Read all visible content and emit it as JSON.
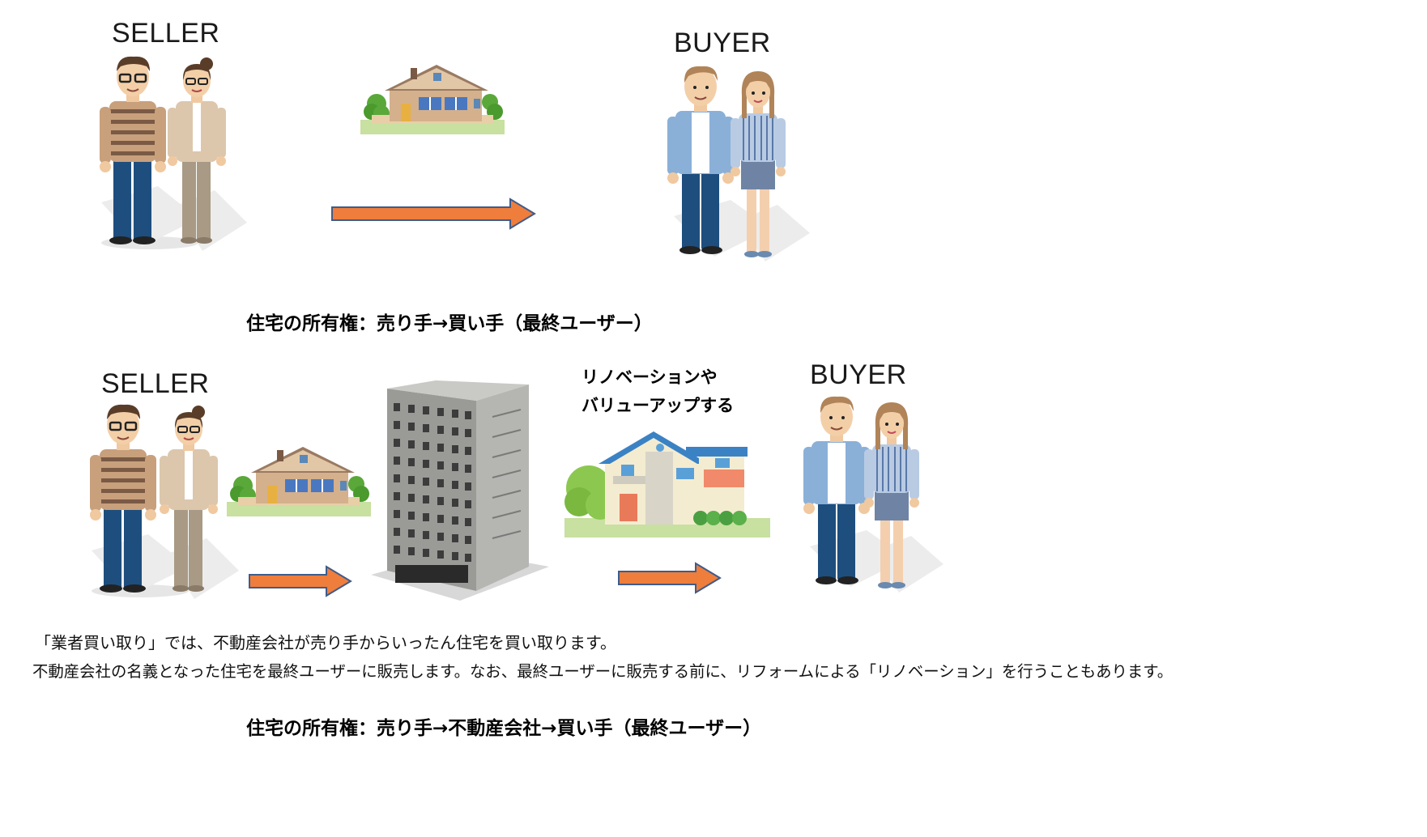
{
  "section1": {
    "seller_label": "SELLER",
    "buyer_label": "BUYER",
    "caption": "住宅の所有権：売り手→買い手（最終ユーザー）"
  },
  "section2": {
    "seller_label": "SELLER",
    "buyer_label": "BUYER",
    "note_line1": "リノベーションや",
    "note_line2": "バリューアップする",
    "description_line1": "「業者買い取り」では、不動産会社が売り手からいったん住宅を買い取ります。",
    "description_line2": "不動産会社の名義となった住宅を最終ユーザーに販売します。なお、最終ユーザーに販売する前に、リフォームによる「リノベーション」を行うこともあります。",
    "caption": "住宅の所有権：売り手→不動産会社→買い手（最終ユーザー）"
  },
  "colors": {
    "arrow": "#ef7d3c",
    "arrow_outline": "#3f5c8a",
    "house_wall": "#d4b08c",
    "house_roof": "#9a7a62",
    "grass": "#c8e0a0",
    "building": "#9a9a97",
    "renovated_roof": "#3b82c4"
  }
}
